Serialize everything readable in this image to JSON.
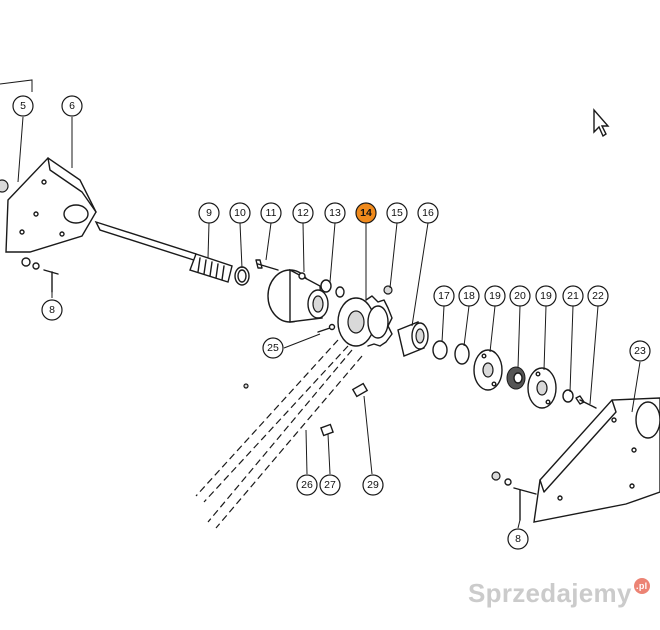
{
  "callouts": [
    {
      "label": "5",
      "highlight": false
    },
    {
      "label": "6",
      "highlight": false
    },
    {
      "label": "8",
      "highlight": false
    },
    {
      "label": "9",
      "highlight": false
    },
    {
      "label": "10",
      "highlight": false
    },
    {
      "label": "11",
      "highlight": false
    },
    {
      "label": "12",
      "highlight": false
    },
    {
      "label": "13",
      "highlight": false
    },
    {
      "label": "14",
      "highlight": true
    },
    {
      "label": "15",
      "highlight": false
    },
    {
      "label": "16",
      "highlight": false
    },
    {
      "label": "17",
      "highlight": false
    },
    {
      "label": "18",
      "highlight": false
    },
    {
      "label": "19",
      "highlight": false
    },
    {
      "label": "20",
      "highlight": false
    },
    {
      "label": "19",
      "highlight": false
    },
    {
      "label": "21",
      "highlight": false
    },
    {
      "label": "22",
      "highlight": false
    },
    {
      "label": "23",
      "highlight": false
    },
    {
      "label": "25",
      "highlight": false
    },
    {
      "label": "26",
      "highlight": false
    },
    {
      "label": "27",
      "highlight": false
    },
    {
      "label": "29",
      "highlight": false
    },
    {
      "label": "8",
      "highlight": false
    }
  ],
  "colors": {
    "highlight": "#f08a1c",
    "line": "#1a1a1a"
  },
  "watermark": {
    "text": "Sprzedajemy",
    "badge": ".pl"
  }
}
